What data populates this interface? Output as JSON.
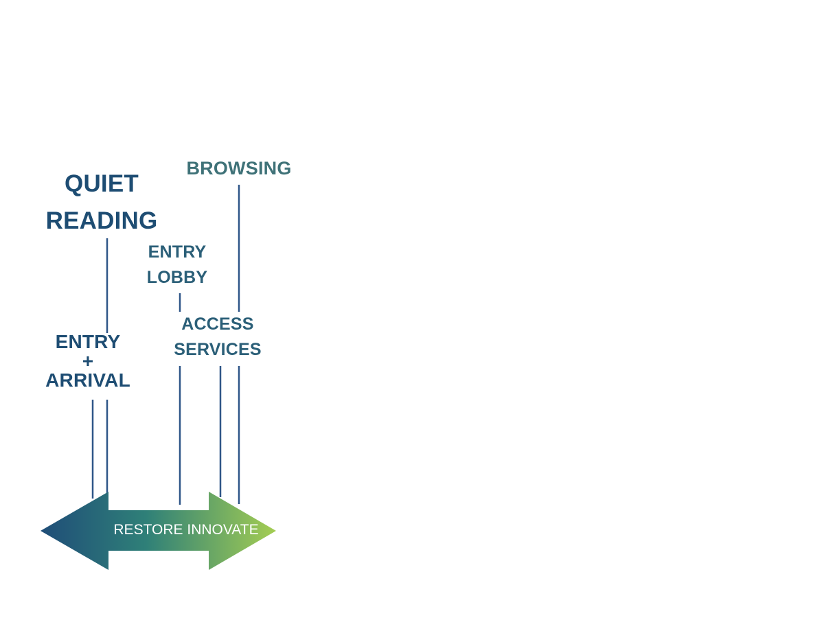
{
  "diagram": {
    "labels": {
      "quiet_reading": {
        "line1": "QUIET",
        "line2": "READING"
      },
      "browsing": {
        "line1": "BROWSING"
      },
      "entry_lobby": {
        "line1": "ENTRY",
        "line2": "LOBBY"
      },
      "access_services": {
        "line1": "ACCESS",
        "line2": "SERVICES"
      },
      "entry_arrival": {
        "line1": "ENTRY",
        "line2": "+",
        "line3": "ARRIVAL"
      }
    },
    "arrow": {
      "text": "RESTORE INNOVATE",
      "gradient_start": "#1f4d78",
      "gradient_end": "#a4cd52"
    },
    "colors": {
      "dark_label": "#1e4d73",
      "mid_label": "#2b5f78",
      "light_label": "#39707a",
      "connector": "#2f5688"
    }
  }
}
